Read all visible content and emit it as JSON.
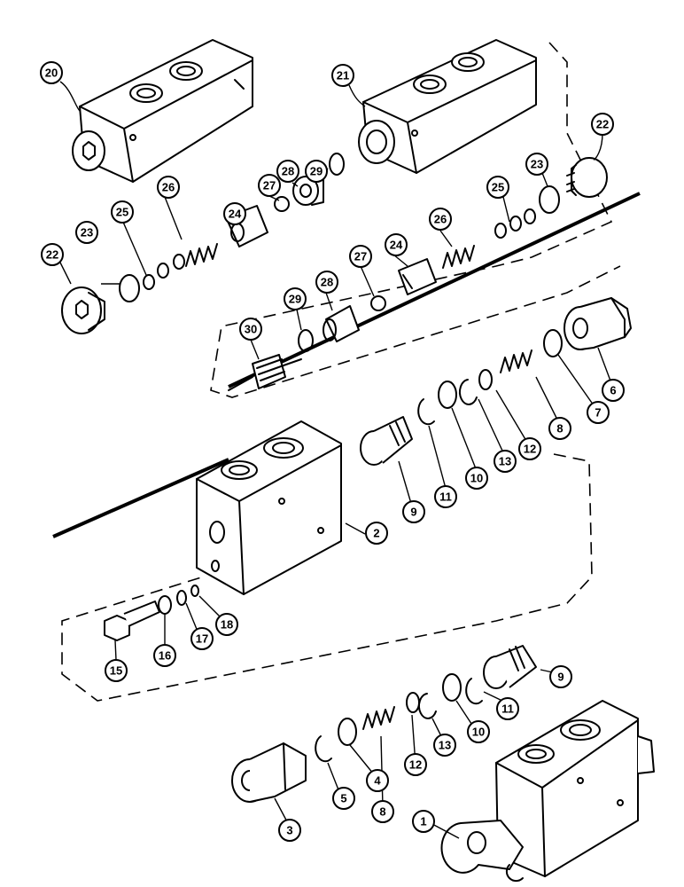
{
  "diagram": {
    "callouts": [
      {
        "id": "c1",
        "label": "1"
      },
      {
        "id": "c2",
        "label": "2"
      },
      {
        "id": "c3",
        "label": "3"
      },
      {
        "id": "c4",
        "label": "4"
      },
      {
        "id": "c5",
        "label": "5"
      },
      {
        "id": "c6",
        "label": "6"
      },
      {
        "id": "c7",
        "label": "7"
      },
      {
        "id": "c8a",
        "label": "8"
      },
      {
        "id": "c8b",
        "label": "8"
      },
      {
        "id": "c9a",
        "label": "9"
      },
      {
        "id": "c9b",
        "label": "9"
      },
      {
        "id": "c10a",
        "label": "10"
      },
      {
        "id": "c10b",
        "label": "10"
      },
      {
        "id": "c11a",
        "label": "11"
      },
      {
        "id": "c11b",
        "label": "11"
      },
      {
        "id": "c12a",
        "label": "12"
      },
      {
        "id": "c12b",
        "label": "12"
      },
      {
        "id": "c13a",
        "label": "13"
      },
      {
        "id": "c13b",
        "label": "13"
      },
      {
        "id": "c15",
        "label": "15"
      },
      {
        "id": "c16",
        "label": "16"
      },
      {
        "id": "c17",
        "label": "17"
      },
      {
        "id": "c18",
        "label": "18"
      },
      {
        "id": "c20",
        "label": "20"
      },
      {
        "id": "c21",
        "label": "21"
      },
      {
        "id": "c22a",
        "label": "22"
      },
      {
        "id": "c22b",
        "label": "22"
      },
      {
        "id": "c23a",
        "label": "23"
      },
      {
        "id": "c23b",
        "label": "23"
      },
      {
        "id": "c24a",
        "label": "24"
      },
      {
        "id": "c24b",
        "label": "24"
      },
      {
        "id": "c25a",
        "label": "25"
      },
      {
        "id": "c25b",
        "label": "25"
      },
      {
        "id": "c26a",
        "label": "26"
      },
      {
        "id": "c26b",
        "label": "26"
      },
      {
        "id": "c27a",
        "label": "27"
      },
      {
        "id": "c27b",
        "label": "27"
      },
      {
        "id": "c28a",
        "label": "28"
      },
      {
        "id": "c28b",
        "label": "28"
      },
      {
        "id": "c29a",
        "label": "29"
      },
      {
        "id": "c29b",
        "label": "29"
      },
      {
        "id": "c30",
        "label": "30"
      }
    ]
  }
}
